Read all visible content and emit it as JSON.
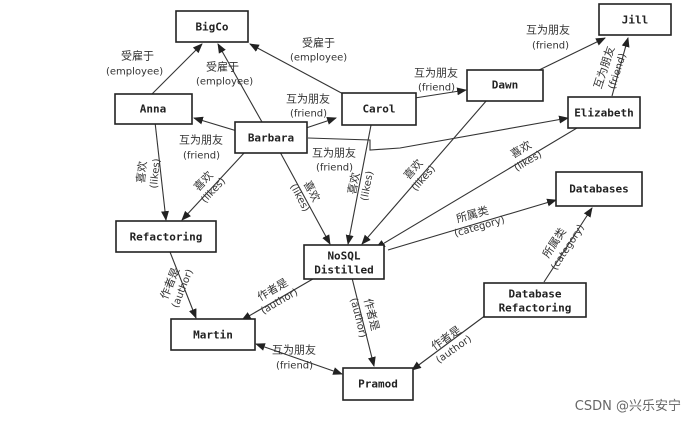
{
  "nodes": {
    "bigco": "BigCo",
    "jill": "Jill",
    "anna": "Anna",
    "carol": "Carol",
    "dawn": "Dawn",
    "elizabeth": "Elizabeth",
    "barbara": "Barbara",
    "databases": "Databases",
    "refactoring": "Refactoring",
    "nosql_line1": "NoSQL",
    "nosql_line2": "Distilled",
    "dbref_line1": "Database",
    "dbref_line2": "Refactoring",
    "martin": "Martin",
    "pramod": "Pramod"
  },
  "relations": {
    "employee_zh": "受雇于",
    "employee_en": "(employee)",
    "friend_zh": "互为朋友",
    "friend_en": "(friend)",
    "likes_zh": "喜欢",
    "likes_en": "(likes)",
    "category_zh": "所属类",
    "category_en": "(category)",
    "author_zh": "作者是",
    "author_en": "(author)"
  },
  "watermark": "CSDN @兴乐安宁"
}
